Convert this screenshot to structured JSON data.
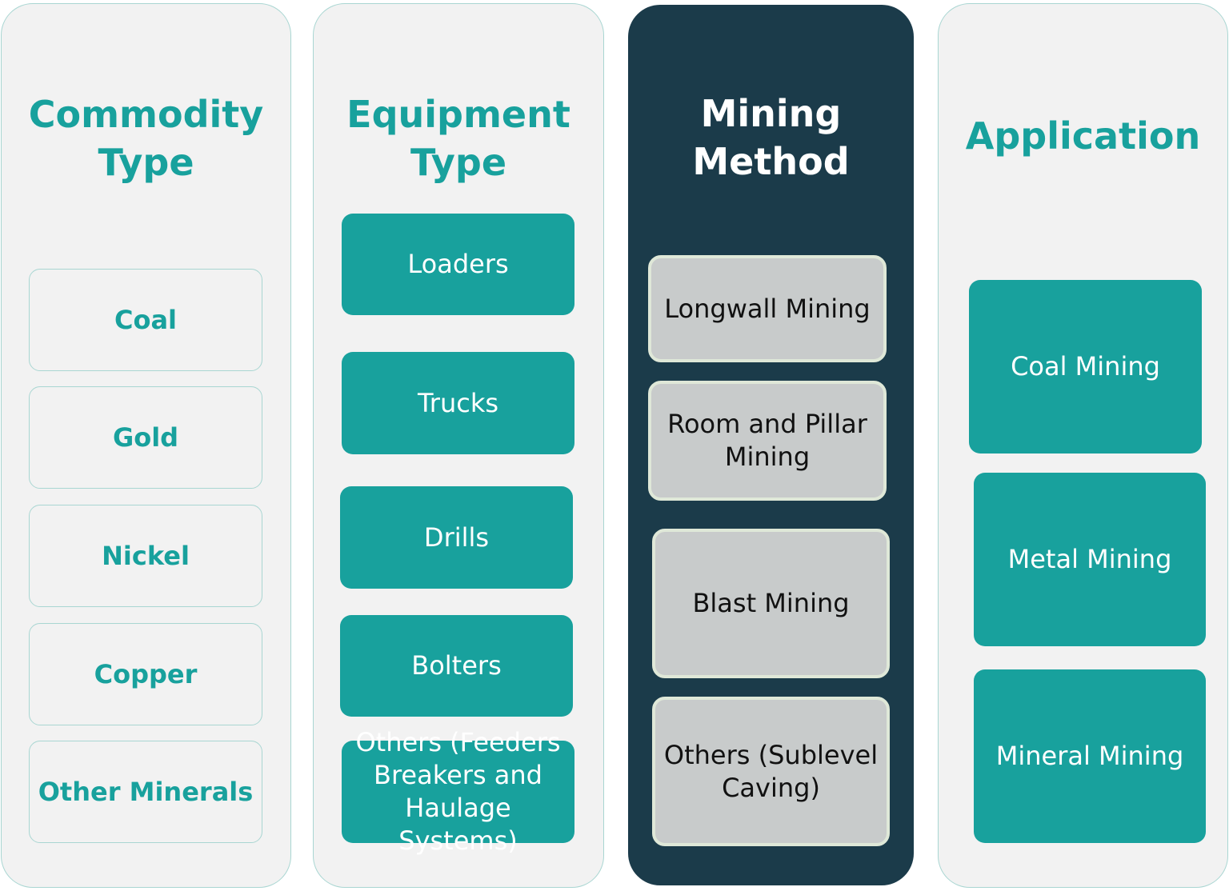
{
  "columns": [
    {
      "title": "Commodity\nType",
      "items": [
        "Coal",
        "Gold",
        "Nickel",
        "Copper",
        "Other Minerals"
      ]
    },
    {
      "title": "Equipment\nType",
      "items": [
        "Loaders",
        "Trucks",
        "Drills",
        "Bolters",
        "Others (Feeders\nBreakers and\nHaulage Systems)"
      ]
    },
    {
      "title": "Mining\nMethod",
      "items": [
        "Longwall Mining",
        "Room and Pillar\nMining",
        "Blast Mining",
        "Others (Sublevel\nCaving)"
      ]
    },
    {
      "title": "Application",
      "items": [
        "Coal Mining",
        "Metal Mining",
        "Mineral Mining"
      ]
    }
  ],
  "colors": {
    "teal": "#18a19d",
    "dark_panel": "#1b3b4a",
    "light_panel": "#f2f2f2",
    "grey_box": "#c8cbcb"
  }
}
